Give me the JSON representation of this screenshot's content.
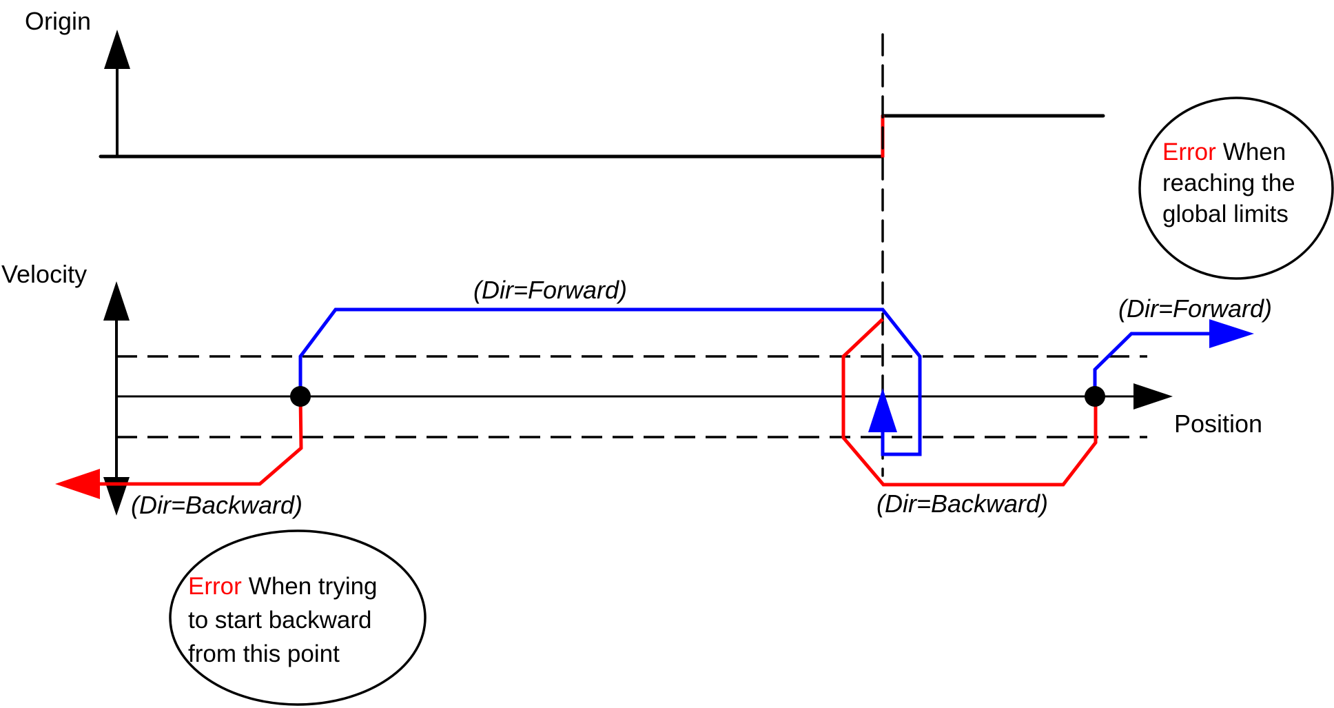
{
  "colors": {
    "forward": "#0000ff",
    "backward": "#ff0000",
    "axis": "#000000",
    "error_text": "#ff0000",
    "background": "#ffffff"
  },
  "origin_plot": {
    "axis_label": "Origin",
    "signal": "step from low to high at origin switch position",
    "error_segment_color": "red"
  },
  "velocity_plot": {
    "y_axis_label": "Velocity",
    "x_axis_label": "Position",
    "labels": {
      "forward_top": "(Dir=Forward)",
      "backward_left": "(Dir=Backward)",
      "backward_right": "(Dir=Backward)",
      "forward_right": "(Dir=Forward)"
    }
  },
  "notes": [
    {
      "id": "global-limits",
      "error_word": "Error",
      "lines": [
        "When",
        "reaching the",
        "global limits"
      ]
    },
    {
      "id": "start-backward",
      "error_word": "Error",
      "lines": [
        "When trying",
        "to start backward",
        "from this point"
      ]
    }
  ]
}
